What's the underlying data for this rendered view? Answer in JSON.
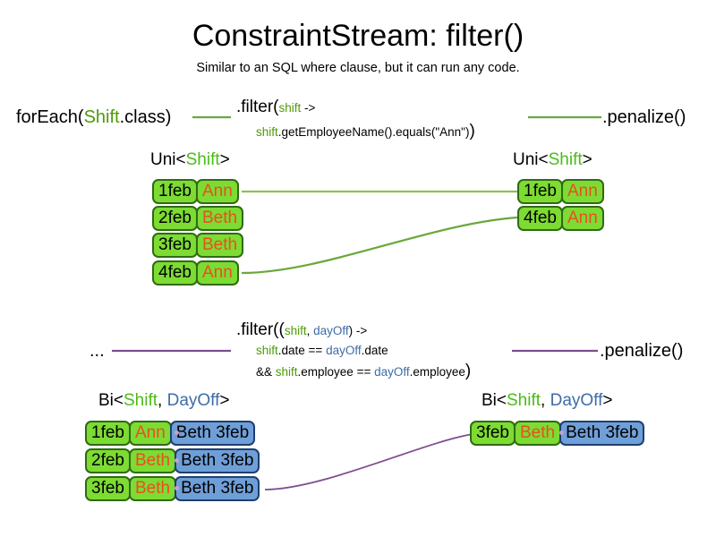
{
  "header": {
    "title": "ConstraintStream: filter()",
    "subtitle": "Similar to an SQL where clause, but it can run any code."
  },
  "uni_section": {
    "pipeline": {
      "source": {
        "prefix": "forEach(",
        "type": "Shift",
        "suffix": ".class)"
      },
      "filter": {
        "line1_prefix": ".filter(",
        "line1_param": "shift",
        "line1_arrow": " ->",
        "line2_param": "shift",
        "line2_body": ".getEmployeeName().equals(\"Ann\")",
        "line2_close": ")"
      },
      "sink": ".penalize()"
    },
    "left": {
      "caption_prefix": "Uni<",
      "caption_type": "Shift",
      "caption_suffix": ">",
      "tuples": [
        {
          "date": "1feb",
          "name": "Ann"
        },
        {
          "date": "2feb",
          "name": "Beth"
        },
        {
          "date": "3feb",
          "name": "Beth"
        },
        {
          "date": "4feb",
          "name": "Ann"
        }
      ]
    },
    "right": {
      "caption_prefix": "Uni<",
      "caption_type": "Shift",
      "caption_suffix": ">",
      "tuples": [
        {
          "date": "1feb",
          "name": "Ann"
        },
        {
          "date": "4feb",
          "name": "Ann"
        }
      ]
    }
  },
  "bi_section": {
    "pipeline": {
      "source": "...",
      "filter": {
        "line1_prefix": ".filter((",
        "line1_p1": "shift",
        "line1_comma": ", ",
        "line1_p2": "dayOff",
        "line1_arrow": ") ->",
        "line2_p1": "shift",
        "line2_t1": ".date == ",
        "line2_p2": "dayOff",
        "line2_t2": ".date",
        "line3_pre": "&& ",
        "line3_p1": "shift",
        "line3_t1": ".employee == ",
        "line3_p2": "dayOff",
        "line3_t2": ".employee",
        "line3_close": ")"
      },
      "sink": ".penalize()"
    },
    "left": {
      "caption_prefix": "Bi<",
      "caption_type1": "Shift",
      "caption_comma": ", ",
      "caption_type2": "DayOff",
      "caption_suffix": ">",
      "tuples": [
        {
          "date": "1feb",
          "name": "Ann",
          "dayoff": "Beth 3feb"
        },
        {
          "date": "2feb",
          "name": "Beth",
          "dayoff": "Beth 3feb"
        },
        {
          "date": "3feb",
          "name": "Beth",
          "dayoff": "Beth 3feb"
        }
      ]
    },
    "right": {
      "caption_prefix": "Bi<",
      "caption_type1": "Shift",
      "caption_comma": ", ",
      "caption_type2": "DayOff",
      "caption_suffix": ">",
      "tuples": [
        {
          "date": "3feb",
          "name": "Beth",
          "dayoff": "Beth 3feb"
        }
      ]
    }
  },
  "colors": {
    "shift_green": "#4cbb17",
    "shift_fill": "#7ddb33",
    "shift_border": "#2f6b12",
    "dayoff_blue": "#3e6ca8",
    "dayoff_fill": "#6f9fd8",
    "dayoff_border": "#1f3f6e",
    "name_orange": "#e8501e",
    "link_green": "#69a83c",
    "link_purple": "#7b4f8e"
  }
}
